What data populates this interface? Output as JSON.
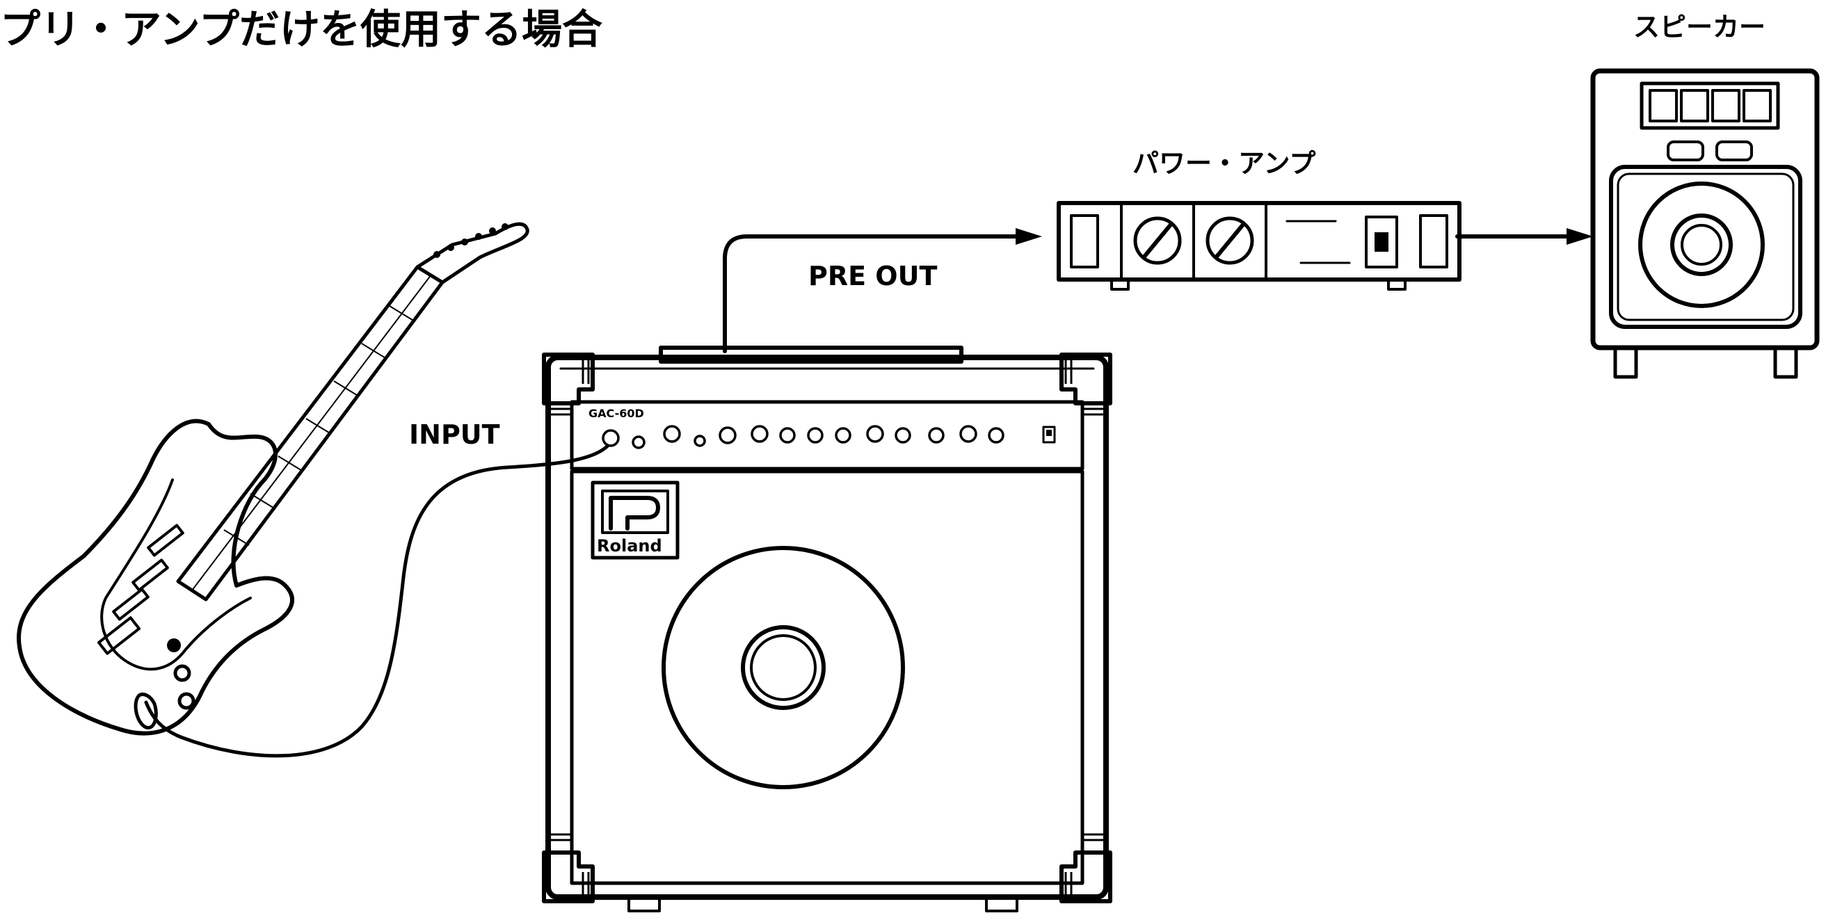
{
  "title": "プリ・アンプだけを使用する場合",
  "labels": {
    "speaker": "スピーカー",
    "power_amp": "パワー・アンプ",
    "pre_out": "PRE OUT",
    "input": "INPUT"
  },
  "amp": {
    "model": "GAC-60D",
    "brand": "Roland"
  }
}
